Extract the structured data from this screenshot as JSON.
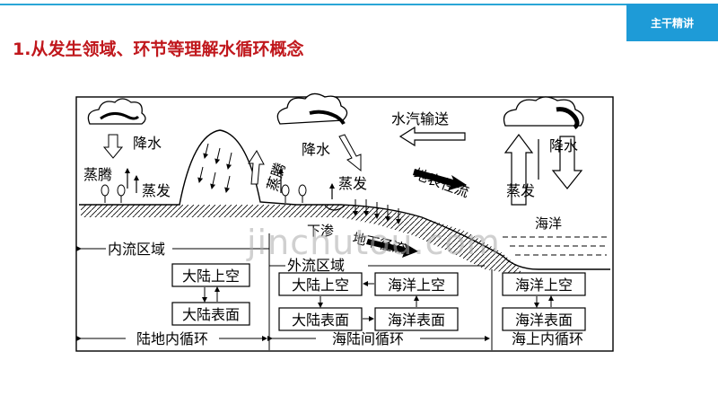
{
  "header": {
    "section_tag": "主干精讲"
  },
  "page": {
    "heading": "1.从发生领域、环节等理解水循环概念"
  },
  "diagram": {
    "labels": {
      "left_precip": "降水",
      "left_evap": "蒸腾",
      "left_evap2": "蒸发",
      "mid_precip": "降水",
      "mid_transp": "蒸腾",
      "mid_evap": "蒸发",
      "vapor_transport": "水汽输送",
      "right_precip": "降水",
      "right_evap": "蒸发",
      "surface_runoff": "地表径流",
      "ocean": "海洋",
      "infiltration": "下渗",
      "groundwater": "地下径流",
      "inland_area": "内流区域",
      "outflow_area": "外流区域"
    },
    "boxes": {
      "land_air_1": "大陆上空",
      "land_surface_1": "大陆表面",
      "land_air_2": "大陆上空",
      "ocean_air_2": "海洋上空",
      "land_surface_2": "大陆表面",
      "ocean_surface_2": "海洋表面",
      "ocean_air_3": "海洋上空",
      "ocean_surface_3": "海洋表面"
    },
    "cycles": {
      "land": "陆地内循环",
      "sea_land": "海陆间循环",
      "sea": "海上内循环"
    }
  },
  "watermark": "jinchutou.com"
}
